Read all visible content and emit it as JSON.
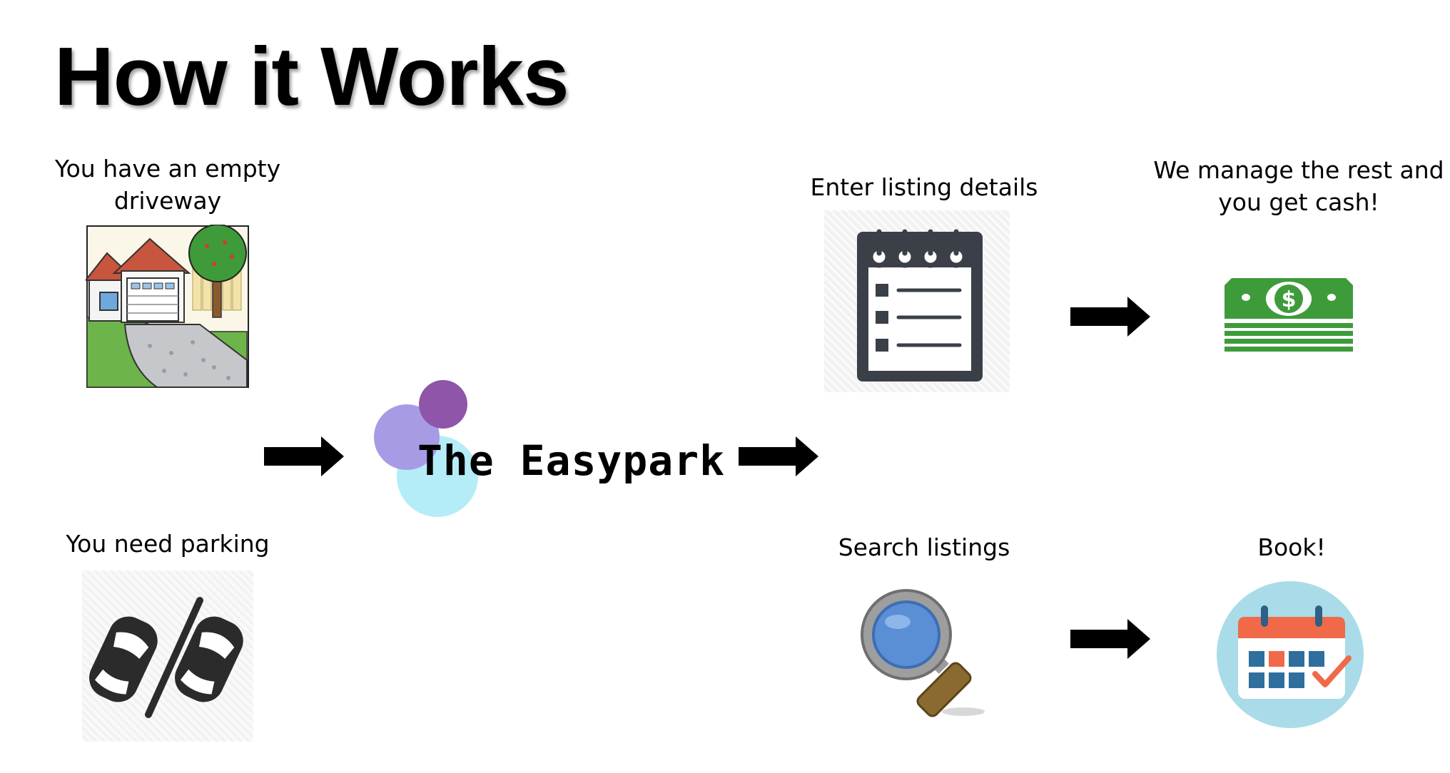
{
  "title": "How it Works",
  "brand": {
    "name": "The Easypark"
  },
  "steps": {
    "empty_driveway": "You have an empty driveway",
    "need_parking": "You need parking",
    "enter_listing": "Enter listing details",
    "manage_rest": "We manage the rest and you get cash!",
    "search_listings": "Search listings",
    "book": "Book!"
  },
  "icons": {
    "house": "house-with-driveway-icon",
    "cars": "parking-cars-icon",
    "notepad": "notepad-icon",
    "cash": "cash-stack-icon",
    "search": "magnifying-glass-icon",
    "calendar": "calendar-check-icon",
    "arrow": "right-arrow-icon"
  },
  "colors": {
    "cash_green": "#3e9b3a",
    "circle_purple_dark": "#8e55a8",
    "circle_purple_light": "#a89be6",
    "circle_cyan": "#b4ecf7",
    "calendar_bg": "#a9dce8",
    "calendar_header": "#f06a4a",
    "calendar_cell": "#2e6f9e"
  }
}
